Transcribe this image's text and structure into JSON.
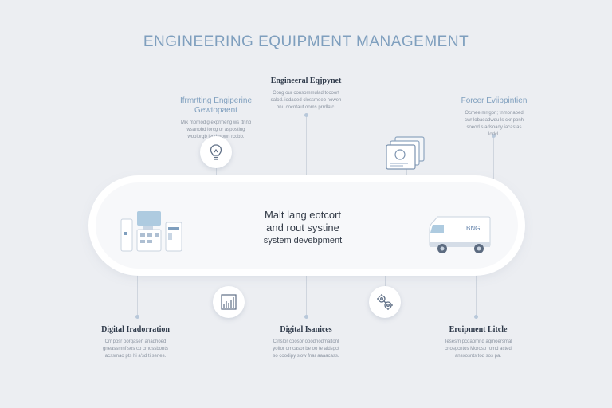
{
  "title": "ENGINEERING EQUIPMENT MANAGEMENT",
  "center": {
    "line1": "Malt lang eotcort",
    "line2": "and rout systine",
    "line3": "system devebpment"
  },
  "top_blocks": [
    {
      "heading": "Engineeral Eqjpynet",
      "lines": [
        "Cong our consommulad tocoort",
        "salod. iodaoed clossmeeb nowen",
        "onu cocntaut ooms prrdlatc."
      ]
    },
    {
      "heading_line1": "Ifrmrtting Engiperine",
      "heading_line2": "Gewtopaent",
      "lines": [
        "Mik mornodig exprmeng ws ttnnb",
        "wsanobd lorcg or asposting",
        "woolorgb lypomown rccbb."
      ]
    },
    {
      "heading": "Forcer Eviippintien",
      "lines": [
        "Ocmee mrrgon; tnmonabed",
        "cwr lobaeadwdu ls cxr ponh",
        "soeod s adsoady iacastas",
        "lodcl."
      ]
    }
  ],
  "bottom_blocks": [
    {
      "heading": "Digital Iradorration",
      "lines": [
        "Crr posr oorqasen anadhoed",
        "gneassmnf sos co cmossbonts",
        "acssmao pts hi a'sd ti senes."
      ]
    },
    {
      "heading": "Digital Isanices",
      "lines": [
        "Cinslor coosor ooodnodmaltonl",
        "yoifor omcasor be oo te aldsgct",
        "so coodipy s'ow fnar aaaacass."
      ]
    },
    {
      "heading": "Eroipment Litcle",
      "lines": [
        "Tesesm pcdaomnd aqmoersmal",
        "cnosgcntos Morosp romd acted",
        "ansxosnts tod sos pa."
      ]
    }
  ],
  "icons": {
    "lightbulb": "lightbulb-icon",
    "documents": "documents-icon",
    "bar_chart": "bar-chart-icon",
    "gears": "gears-icon",
    "factory": "factory-machine-icon",
    "truck": "truck-icon"
  },
  "truck_label": "BNG",
  "colors": {
    "background": "#eceef2",
    "accent": "#7f9fbe",
    "line": "#cfd5de"
  }
}
